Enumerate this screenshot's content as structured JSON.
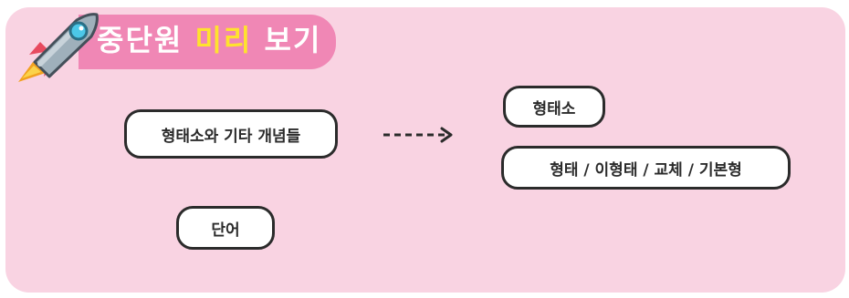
{
  "banner": {
    "title_part1": "중단원 ",
    "title_highlight": "미리",
    "title_part2": " 보기",
    "bg_color": "#f087b5",
    "highlight_color": "#ffe22e"
  },
  "nodes": {
    "concept": "형태소와 기타 개념들",
    "morpheme": "형태소",
    "morpheme_terms": "형태 / 이형태 / 교체 / 기본형",
    "word": "단어"
  },
  "icons": {
    "rocket": "rocket-icon",
    "arrow": "dashed-arrow-icon"
  },
  "colors": {
    "card_bg": "#f9d3e2",
    "pill_border": "#2b2b2b"
  }
}
